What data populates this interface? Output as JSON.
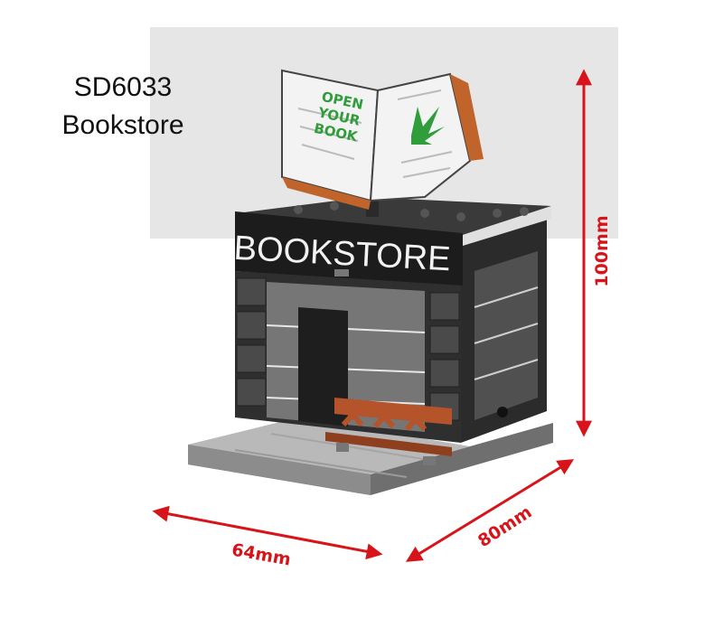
{
  "product": {
    "code": "SD6033",
    "name": "Bookstore"
  },
  "sign": {
    "text": "BOOKSTORE"
  },
  "book": {
    "line1": "OPEN",
    "line2": "YOUR",
    "line3": "BOOK"
  },
  "dimensions": {
    "height": "100mm",
    "depth": "80mm",
    "width": "64mm"
  },
  "colors": {
    "dimension_red": "#d8141b",
    "book_green": "#2f9e3a",
    "bench_orange": "#b5532a",
    "brick_dark": "#3a3a3a"
  }
}
